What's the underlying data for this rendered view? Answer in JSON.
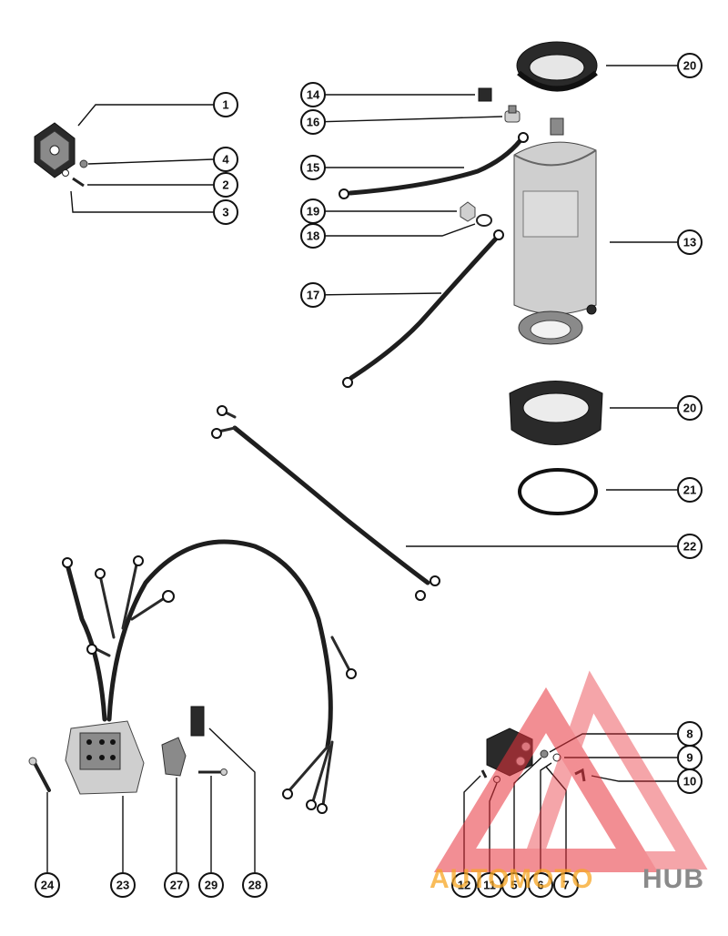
{
  "callouts": [
    {
      "label": "1"
    },
    {
      "label": "4"
    },
    {
      "label": "2"
    },
    {
      "label": "3"
    },
    {
      "label": "14"
    },
    {
      "label": "16"
    },
    {
      "label": "15"
    },
    {
      "label": "19"
    },
    {
      "label": "18"
    },
    {
      "label": "17"
    },
    {
      "label": "20"
    },
    {
      "label": "13"
    },
    {
      "label": "20"
    },
    {
      "label": "21"
    },
    {
      "label": "22"
    },
    {
      "label": "8"
    },
    {
      "label": "9"
    },
    {
      "label": "10"
    },
    {
      "label": "24"
    },
    {
      "label": "23"
    },
    {
      "label": "27"
    },
    {
      "label": "29"
    },
    {
      "label": "28"
    },
    {
      "label": "12"
    },
    {
      "label": "11"
    },
    {
      "label": "5"
    },
    {
      "label": "6"
    },
    {
      "label": "7"
    }
  ],
  "watermark": {
    "text_a": "AUTO",
    "text_b": "MOTO",
    "text_c": "HUB",
    "color_red": "#e8323c",
    "color_orange": "#f7a623",
    "color_gray": "#8a8a8a"
  }
}
